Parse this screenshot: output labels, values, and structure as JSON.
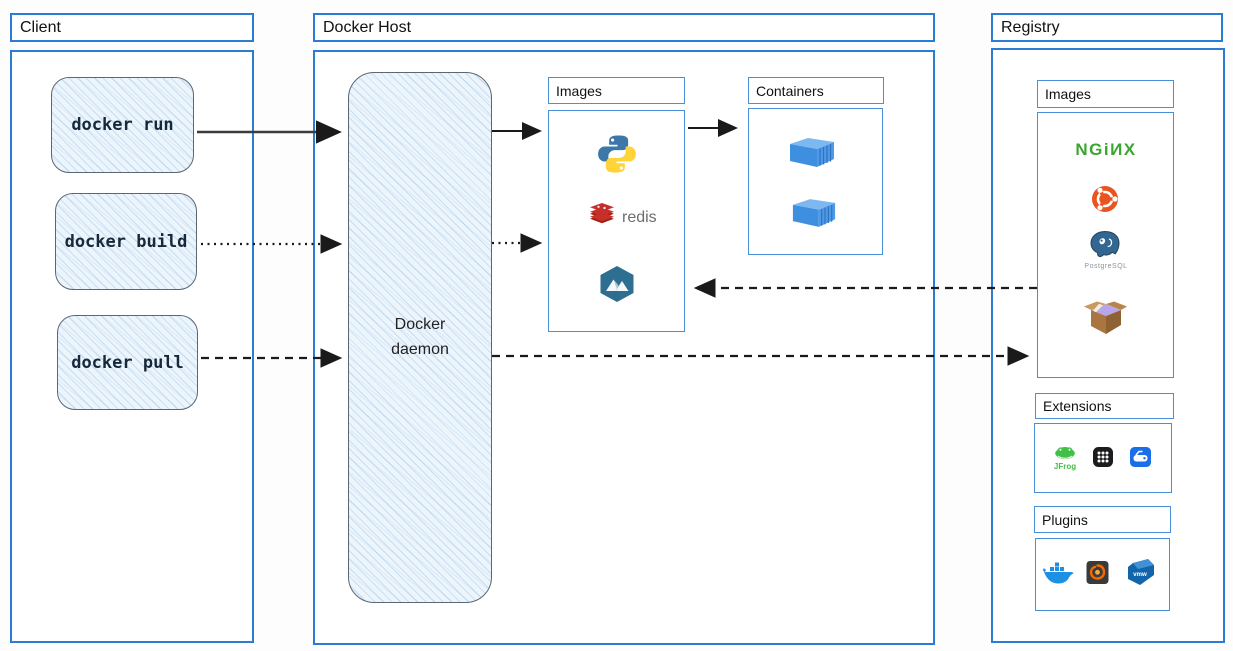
{
  "sections": {
    "client": {
      "title": "Client",
      "commands": [
        {
          "label": "docker run"
        },
        {
          "label": "docker build"
        },
        {
          "label": "docker pull"
        }
      ]
    },
    "docker_host": {
      "title": "Docker Host",
      "daemon_label": "Docker daemon",
      "images": {
        "title": "Images",
        "items": [
          "python-icon",
          "redis-icon",
          "alpine-icon"
        ]
      },
      "containers": {
        "title": "Containers",
        "items": [
          "container-icon",
          "container-icon"
        ]
      }
    },
    "registry": {
      "title": "Registry",
      "images": {
        "title": "Images",
        "items": [
          "nginx-logo",
          "ubuntu-icon",
          "postgresql-icon",
          "package-box-icon"
        ]
      },
      "extensions": {
        "title": "Extensions",
        "items": [
          "jfrog-icon",
          "grid-app-icon",
          "drive-app-icon"
        ]
      },
      "plugins": {
        "title": "Plugins",
        "items": [
          "docker-whale-icon",
          "grafana-icon",
          "vmware-icon"
        ]
      }
    }
  },
  "labels": {
    "redis": "redis",
    "nginx": "NGiИX",
    "postgresql": "PostgreSQL",
    "jfrog": "JFrog",
    "vmware": "vmw"
  },
  "arrows": [
    {
      "name": "docker-run-to-daemon",
      "style": "solid"
    },
    {
      "name": "daemon-to-images",
      "style": "dotted-solid"
    },
    {
      "name": "images-to-containers",
      "style": "solid"
    },
    {
      "name": "docker-build-to-daemon",
      "style": "dotted"
    },
    {
      "name": "daemon-to-images-dotted",
      "style": "dotted"
    },
    {
      "name": "docker-pull-to-daemon",
      "style": "dashed"
    },
    {
      "name": "daemon-to-registry",
      "style": "dashed"
    },
    {
      "name": "registry-to-images",
      "style": "dashed"
    }
  ],
  "colors": {
    "outer_border": "#2b7cd3",
    "inner_border": "#4a90d9",
    "sketch_fill": "#edf5fc",
    "arrow": "#1a1a1a",
    "nginx_green": "#3ba62f",
    "ubuntu_orange": "#e95420",
    "redis_red": "#c6302b",
    "alpine_blue": "#2d6e91",
    "container_blue": "#3f8fe0"
  }
}
